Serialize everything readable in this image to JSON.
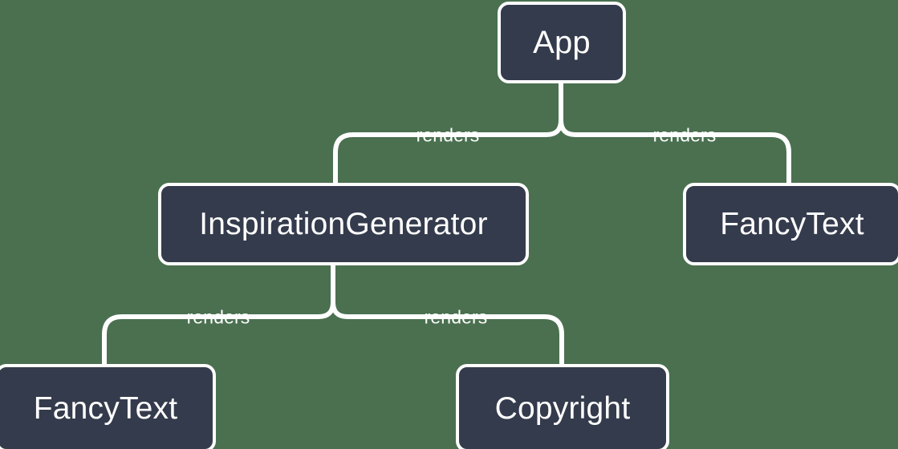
{
  "diagram": {
    "type": "component-tree",
    "background_color": "#4a7050",
    "node_fill_color": "#343b4c",
    "node_border_color": "#ffffff",
    "text_color": "#ffffff",
    "nodes": [
      {
        "id": "app",
        "label": "App"
      },
      {
        "id": "inspiration-generator",
        "label": "InspirationGenerator"
      },
      {
        "id": "fancytext-right",
        "label": "FancyText"
      },
      {
        "id": "fancytext-left",
        "label": "FancyText"
      },
      {
        "id": "copyright",
        "label": "Copyright"
      }
    ],
    "edges": [
      {
        "from": "app",
        "to": "inspiration-generator",
        "label": "renders"
      },
      {
        "from": "app",
        "to": "fancytext-right",
        "label": "renders"
      },
      {
        "from": "inspiration-generator",
        "to": "fancytext-left",
        "label": "renders"
      },
      {
        "from": "inspiration-generator",
        "to": "copyright",
        "label": "renders"
      }
    ]
  }
}
